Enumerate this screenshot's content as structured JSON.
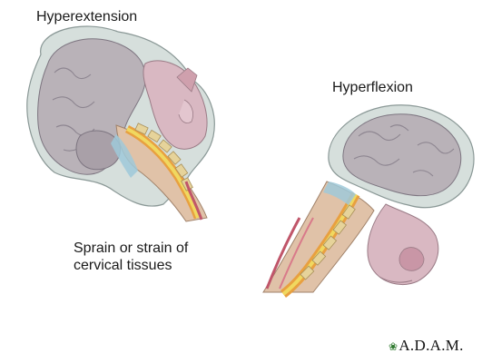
{
  "labels": {
    "hyperextension": "Hyperextension",
    "hyperflexion": "Hyperflexion",
    "caption_line1": "Sprain or strain of",
    "caption_line2": "cervical tissues"
  },
  "logo": {
    "text": "A.D.A.M.",
    "icon": "adam-leaf-logo"
  },
  "colors": {
    "skull": "#cfd8d6",
    "brain": "#b8b2b8",
    "tissue_pink": "#d9b7c0",
    "vertebrae": "#e7d7a0",
    "cord_orange": "#e8a040",
    "spine_yellow": "#f0d860",
    "injury_blue": "#9fc9d9"
  }
}
